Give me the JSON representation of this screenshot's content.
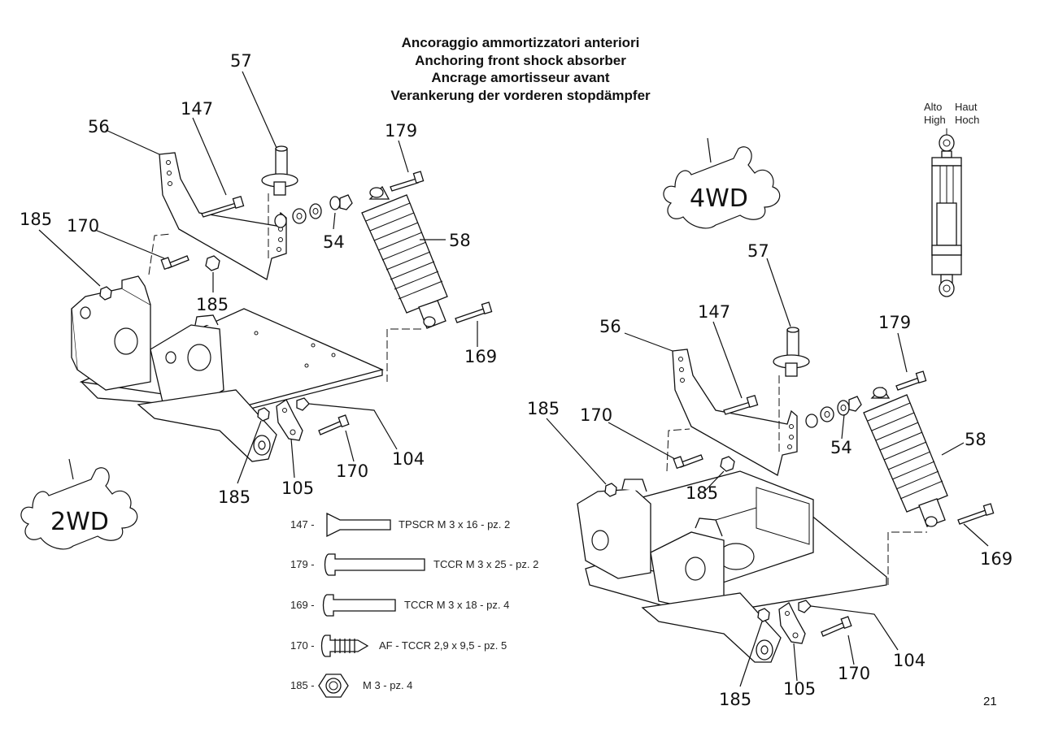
{
  "title": {
    "line1": "Ancoraggio ammortizzatori anteriori",
    "line2": "Anchoring front shock absorber",
    "line3": "Ancrage amortisseur avant",
    "line4": "Verankerung der vorderen stopdämpfer"
  },
  "position_labels": {
    "alto": "Alto",
    "haut": "Haut",
    "high": "High",
    "hoch": "Hoch"
  },
  "badges": {
    "left": "2WD",
    "right": "4WD"
  },
  "left_callouts": {
    "c57": "57",
    "c147": "147",
    "c56": "56",
    "c179": "179",
    "c185a": "185",
    "c170a": "170",
    "c54": "54",
    "c58": "58",
    "c185b": "185",
    "c169": "169",
    "c104": "104",
    "c170b": "170",
    "c105": "105",
    "c185c": "185"
  },
  "right_callouts": {
    "c57": "57",
    "c147": "147",
    "c56": "56",
    "c179": "179",
    "c185a": "185",
    "c170a": "170",
    "c185b": "185",
    "c54": "54",
    "c58": "58",
    "c169": "169",
    "c104": "104",
    "c170b": "170",
    "c185c": "185",
    "c105": "105"
  },
  "legend": [
    {
      "code": "147 -",
      "desc": "TPSCR M 3 x 16 - pz. 2",
      "icon": "countersunk-screw-icon"
    },
    {
      "code": "179 -",
      "desc": "TCCR M 3 x 25 - pz. 2",
      "icon": "long-screw-icon"
    },
    {
      "code": "169 -",
      "desc": "TCCR M 3 x 18 - pz. 4",
      "icon": "medium-screw-icon"
    },
    {
      "code": "170 -",
      "desc": "AF - TCCR 2,9 x 9,5 - pz. 5",
      "icon": "self-tapping-screw-icon"
    },
    {
      "code": "185 -",
      "desc": "M 3 - pz. 4",
      "icon": "hex-nut-icon"
    }
  ],
  "page_number": "21"
}
